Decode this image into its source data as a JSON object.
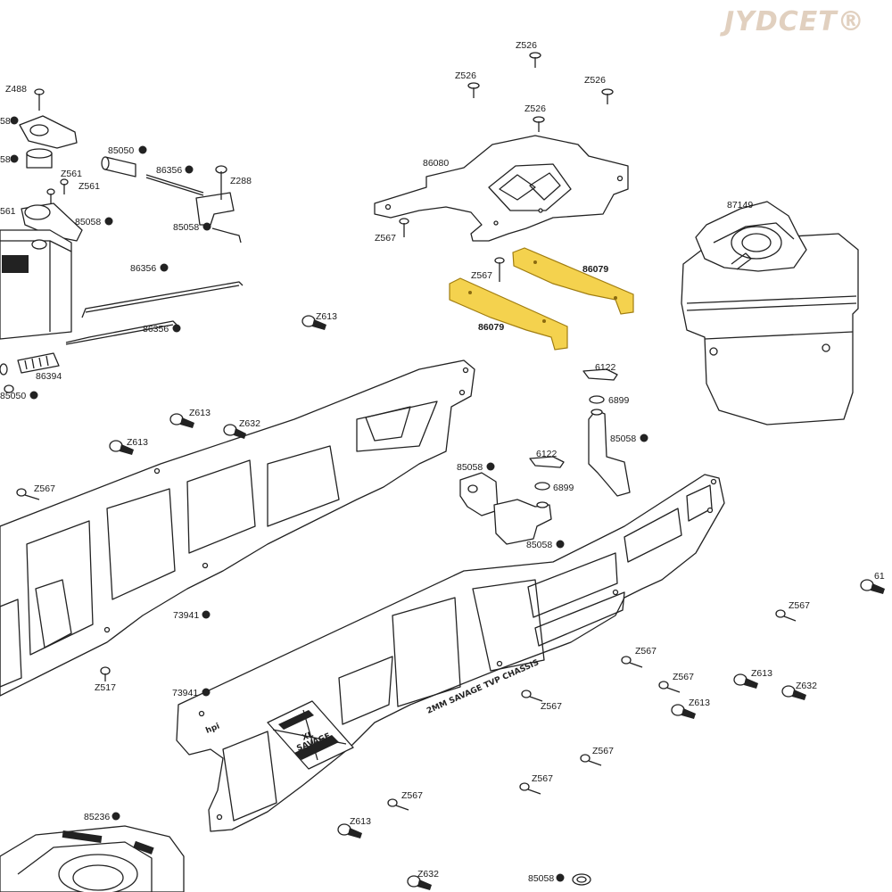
{
  "watermark": "JYDCET®",
  "labels": {
    "z526_a": "Z526",
    "z526_b": "Z526",
    "z526_c": "Z526",
    "z526_d": "Z526",
    "p86080": "86080",
    "z567_top": "Z567",
    "z567_mid": "Z567",
    "p86079_a": "86079",
    "p86079_b": "86079",
    "p87149": "87149",
    "z488": "Z488",
    "p58_a": "58",
    "p58_b": "58",
    "p85050_top": "85050",
    "p86356_a": "86356",
    "z288": "Z288",
    "z561_a": "Z561",
    "z561_b": "Z561",
    "p561": "561",
    "p85058_a": "85058",
    "p85058_b": "85058",
    "p86356_b": "86356",
    "p86356_c": "86356",
    "z613_a": "Z613",
    "p86394": "86394",
    "p85050_bot": "85050",
    "z613_b": "Z613",
    "z632_a": "Z632",
    "z613_c": "Z613",
    "z567_left": "Z567",
    "p6122_a": "6122",
    "p6899_a": "6899",
    "p85058_c": "85058",
    "p6122_b": "6122",
    "p6899_b": "6899",
    "p85058_d": "85058",
    "p85058_e": "85058",
    "p73941_a": "73941",
    "p73941_b": "73941",
    "z517": "Z517",
    "p61": "61",
    "z567_r1": "Z567",
    "z567_r2": "Z567",
    "z567_r3": "Z567",
    "z613_r1": "Z613",
    "z632_r": "Z632",
    "z613_r2": "Z613",
    "z567_r4": "Z567",
    "z567_r5": "Z567",
    "z567_r6": "Z567",
    "z567_r7": "Z567",
    "z613_r3": "Z613",
    "p85236": "85236",
    "z632_b": "Z632",
    "p85058_f": "85058"
  },
  "frame_text": {
    "logo": "hpi",
    "badge": "XL",
    "badge_sub": "SAVAGE",
    "caption": "2MM SAVAGE TVP CHASSIS"
  },
  "highlight_color": "#f4d24e"
}
